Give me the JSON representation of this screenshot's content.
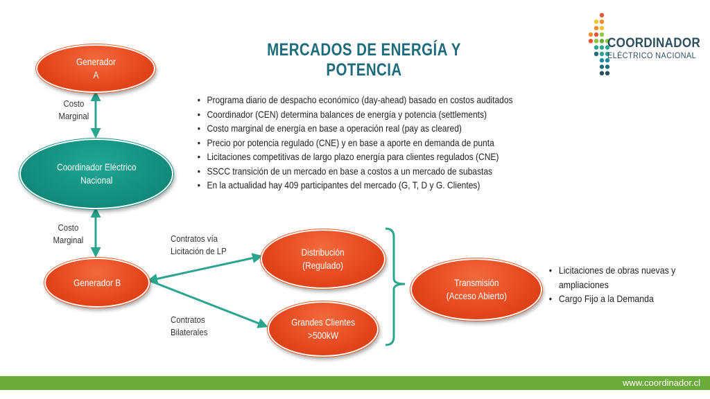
{
  "title": "MERCADOS DE ENERGÍA Y POTENCIA",
  "logo": {
    "name": "COORDINADOR",
    "subtitle": "ELÉCTRICO NACIONAL"
  },
  "nodes": {
    "generador_a": "Generador\nA",
    "coordinador": "Coordinador Eléctrico\nNacional",
    "generador_b": "Generador B",
    "distribucion": "Distribución\n(Regulado)",
    "grandes_clientes": "Grandes Clientes\n>500kW",
    "transmision": "Transmisión\n(Acceso Abierto)"
  },
  "edge_labels": {
    "costo_marginal_top": "Costo\nMarginal",
    "costo_marginal_bottom": "Costo\nMarginal",
    "contratos_licitacion": "Contratos vía\nLicitación de LP",
    "contratos_bilaterales": "Contratos\nBilaterales"
  },
  "main_bullets": [
    "Programa diario de despacho económico (day-ahead) basado en costos auditados",
    "Coordinador (CEN) determina balances de energía y potencia (settlements)",
    "Costo marginal de energía en base a operación real (pay as cleared)",
    "Precio por potencia regulado (CNE) y en base a aporte en demanda de punta",
    "Licitaciones competitivas de largo plazo energía para clientes regulados (CNE)",
    "SSCC transición de un mercado en base a costos a un mercado de subastas",
    "En la actualidad hay 409 participantes del mercado (G, T,  D y G. Clientes)"
  ],
  "side_bullets": [
    "Licitaciones de obras nuevas y ampliaciones",
    "Cargo Fijo a la Demanda"
  ],
  "footer": {
    "url": "www.coordinador.cl"
  },
  "colors": {
    "title": "#1d6b7b",
    "orange_node": "#e5461c",
    "teal_node": "#118a7b",
    "connector": "#2aa58f",
    "footer_bar": "#6bab3b"
  }
}
